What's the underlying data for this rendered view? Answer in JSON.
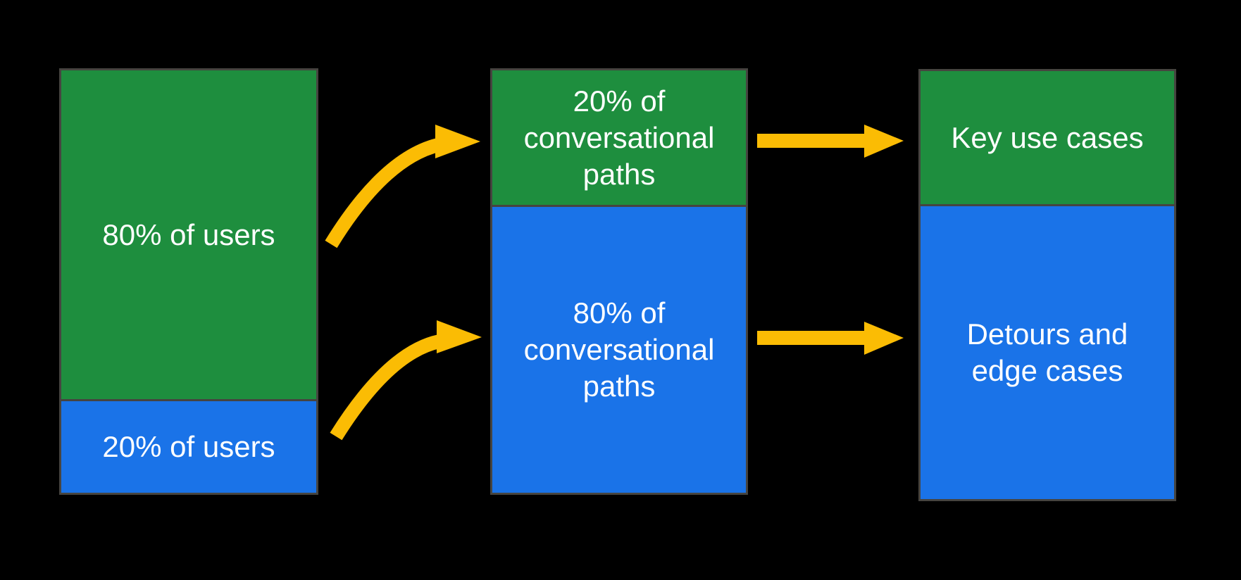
{
  "colors": {
    "background": "#000000",
    "green": "#1E8E3E",
    "blue": "#1A73E8",
    "arrow_yellow": "#FBBC04",
    "segment_border": "#464440",
    "label_text": "#FFFFFF"
  },
  "diagram": {
    "columns": [
      {
        "name": "users",
        "segments": [
          {
            "color": "green",
            "label": "80% of users"
          },
          {
            "color": "blue",
            "label": "20% of users"
          }
        ]
      },
      {
        "name": "conversational-paths",
        "segments": [
          {
            "color": "green",
            "label": "20% of conversational paths"
          },
          {
            "color": "blue",
            "label": "80% of conversational paths"
          }
        ]
      },
      {
        "name": "outcomes",
        "segments": [
          {
            "color": "green",
            "label": "Key use cases"
          },
          {
            "color": "blue",
            "label": "Detours and edge cases"
          }
        ]
      }
    ],
    "arrows": [
      {
        "style": "curved",
        "from": "80% of users",
        "to": "20% of conversational paths"
      },
      {
        "style": "curved",
        "from": "20% of users",
        "to": "80% of conversational paths"
      },
      {
        "style": "straight",
        "from": "20% of conversational paths",
        "to": "Key use cases"
      },
      {
        "style": "straight",
        "from": "80% of conversational paths",
        "to": "Detours and edge cases"
      }
    ]
  }
}
